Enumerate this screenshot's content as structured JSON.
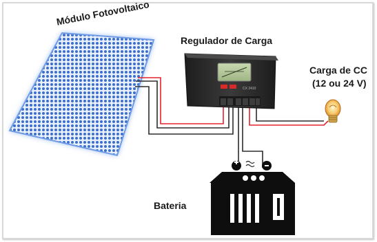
{
  "labels": {
    "panel": "Módulo Fotovoltaico",
    "controller": "Regulador de Carga",
    "load_line1": "Carga de CC",
    "load_line2": "(12 ou 24 V)",
    "battery": "Bateria"
  },
  "controller_model": "CX 2410",
  "colors": {
    "wire_positive": "#e3232b",
    "wire_negative": "#2b2b2b",
    "panel_dots": "#3a6fd0",
    "panel_glow": "#8fb3ee",
    "controller_body": "#2c2c2c",
    "battery_body": "#0e0e0e",
    "bulb_glass": "#f7c96b"
  },
  "icons": [
    "solar-panel-icon",
    "charge-controller-icon",
    "light-bulb-icon",
    "battery-icon"
  ]
}
